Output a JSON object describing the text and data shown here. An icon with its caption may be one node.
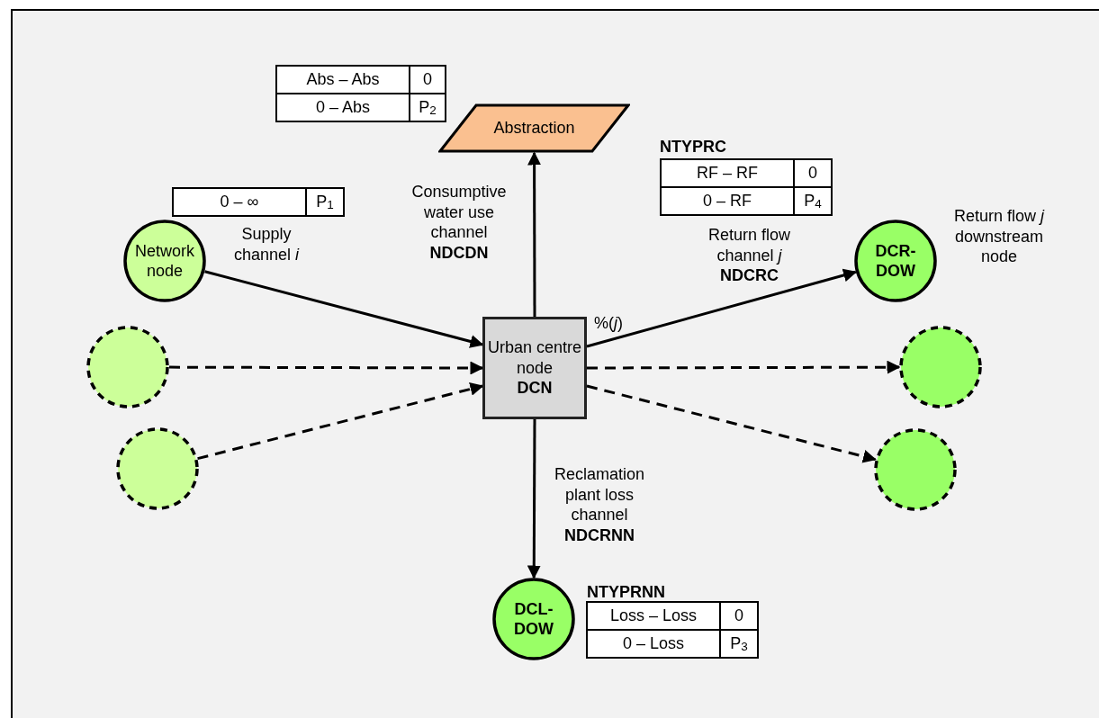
{
  "diagram": {
    "nodes": [
      {
        "text": [
          "Urban centre node",
          "DCN"
        ]
      },
      {
        "text": [
          "Network node"
        ]
      },
      {
        "text": [],
        "shape": "circle"
      },
      {
        "text": [],
        "shape": "circle"
      },
      {
        "text": [
          "Abstraction"
        ]
      },
      {
        "text": [
          "DCR-DOW"
        ],
        "beside": [
          "Return flow *j* downstream node"
        ]
      },
      {
        "text": [],
        "shape": "circle"
      },
      {
        "text": [],
        "shape": "circle"
      },
      {
        "text": [
          "DCL-DOW"
        ]
      }
    ],
    "edges": [
      {
        "from": 1,
        "to": 0,
        "arrow": "to",
        "label": "Supply channel *i*"
      },
      {
        "from": 2,
        "to": 0,
        "arrow": "to",
        "style": "dashed"
      },
      {
        "from": 3,
        "to": 0,
        "arrow": "to",
        "style": "dashed"
      },
      {
        "from": 0,
        "to": 4,
        "arrow": "to",
        "label": "Consumptive water use channel **NDCDN**"
      },
      {
        "from": 0,
        "to": 5,
        "arrow": "to",
        "label": "Return flow channel *j* **NDCRC**"
      },
      {
        "from": 0,
        "to": 6,
        "arrow": "to",
        "style": "dashed"
      },
      {
        "from": 0,
        "to": 7,
        "arrow": "to",
        "style": "dashed"
      },
      {
        "from": 0,
        "to": 8,
        "arrow": "to",
        "label": "Reclamation plant loss channel **NDCRNN**"
      }
    ],
    "labels": [
      "Abs – Abs",
      "0",
      "0 – Abs",
      "P$_{2}$",
      "0 – ∞",
      "P$_{1}$",
      "NTYPRC",
      "RF – RF",
      "0",
      "0 – RF",
      "P$_{4}$",
      "%(*j*)",
      "NTYPRNN",
      "Loss – Loss",
      "0",
      "0 – Loss",
      "P$_{3}$"
    ]
  }
}
